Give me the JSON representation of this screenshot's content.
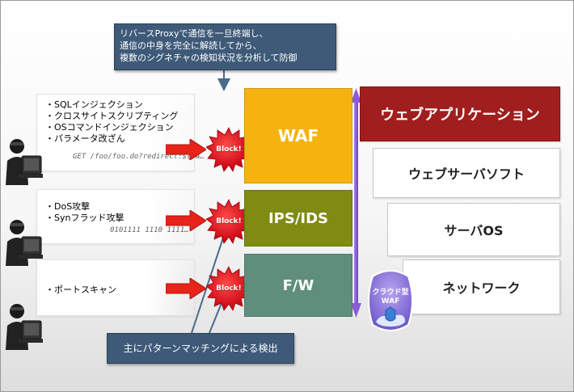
{
  "callouts": {
    "top": "リバースProxyで通信を一旦終端し、\n通信の中身を完全に解読してから、\n複数のシグネチャの検知状況を分析して防御",
    "bottom": "主にパターンマッチングによる検出"
  },
  "attacks": [
    {
      "items": [
        "SQLインジェクション",
        "クロスサイトスクリプティング",
        "OSコマンドインジェクション",
        "パラメータ改ざん"
      ],
      "sample": "GET /foo/foo.do?redirect:${#a…"
    },
    {
      "items": [
        "DoS攻撃",
        "Synフラッド攻撃"
      ],
      "sample": "0101111 1110 1111…"
    },
    {
      "items": [
        "ポートスキャン"
      ],
      "sample": ""
    }
  ],
  "block_label": "Block!",
  "layers": {
    "waf": "WAF",
    "ips": "IPS/IDS",
    "fw": "F/W"
  },
  "stack": {
    "app": "ウェブアプリケーション",
    "software": "ウェブサーバソフト",
    "os": "サーバOS",
    "network": "ネットワーク"
  },
  "cloud_waf": "クラウド型\nWAF",
  "colors": {
    "callout": "#3e5a78",
    "waf": "#f6b310",
    "ips": "#7f8b12",
    "fw": "#5f8f7c",
    "app": "#a11e1e",
    "arrow_vertical": "#8b5cd6",
    "attack_arrow": "#e8231a",
    "block": "#d6101a"
  }
}
